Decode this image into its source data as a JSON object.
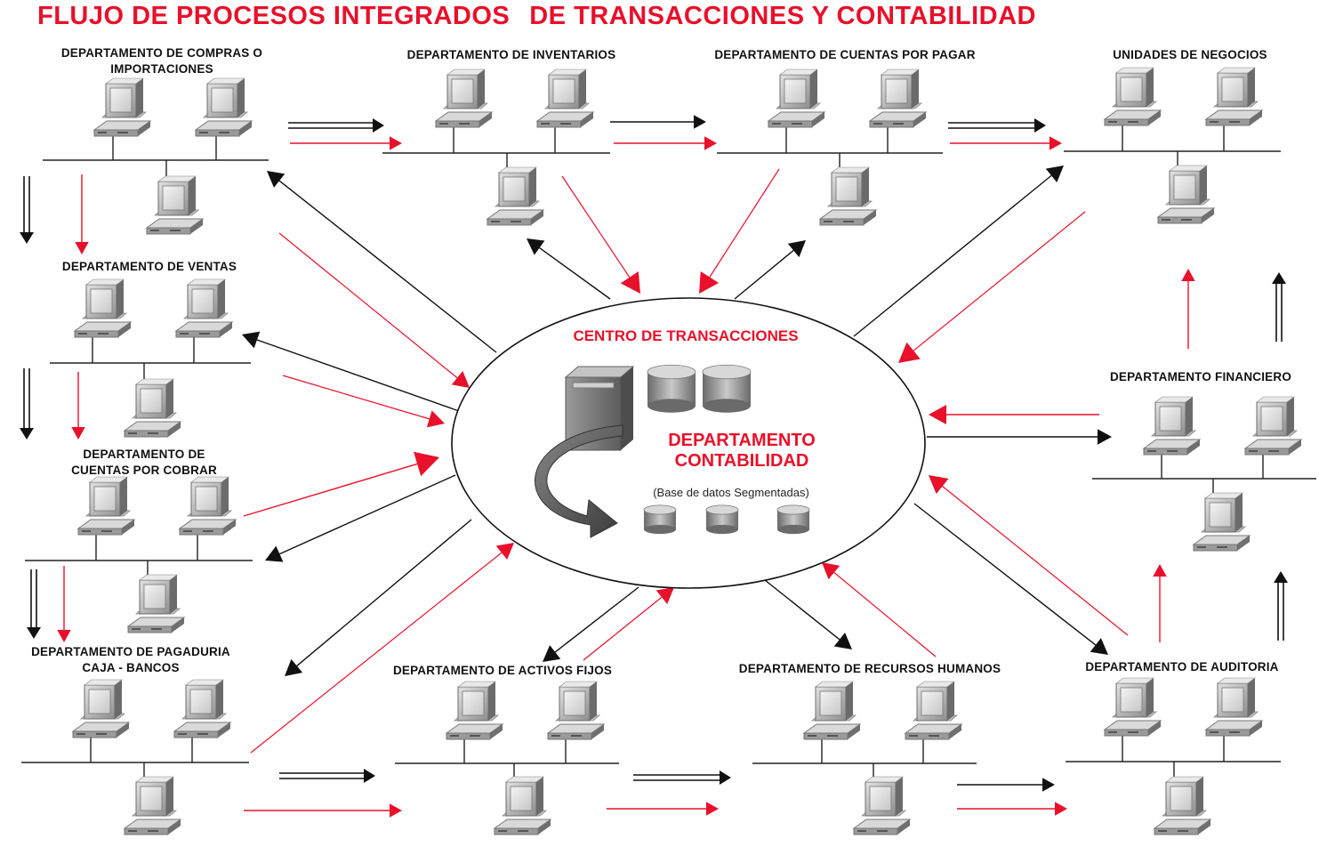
{
  "title": {
    "part1": "FLUJO DE PROCESOS INTEGRADOS",
    "part2": "DE TRANSACCIONES Y CONTABILIDAD"
  },
  "center": {
    "hub_label": "CENTRO DE TRANSACCIONES",
    "dept_line1": "DEPARTAMENTO",
    "dept_line2": "CONTABILIDAD",
    "subtitle": "(Base de datos Segmentadas)"
  },
  "departments": {
    "compras": {
      "line1": "DEPARTAMENTO DE COMPRAS O",
      "line2": "IMPORTACIONES"
    },
    "inventarios": {
      "line1": "DEPARTAMENTO DE INVENTARIOS"
    },
    "cuentas_pagar": {
      "line1": "DEPARTAMENTO  DE CUENTAS POR PAGAR"
    },
    "negocios": {
      "line1": "UNIDADES DE NEGOCIOS"
    },
    "ventas": {
      "line1": "DEPARTAMENTO DE VENTAS"
    },
    "cuentas_cobrar": {
      "line1": "DEPARTAMENTO DE",
      "line2": "CUENTAS POR COBRAR"
    },
    "financiero": {
      "line1": "DEPARTAMENTO   FINANCIERO"
    },
    "pagaduria": {
      "line1": "DEPARTAMENTO DE PAGADURIA",
      "line2": "CAJA - BANCOS"
    },
    "activos": {
      "line1": "DEPARTAMENTO DE ACTIVOS FIJOS"
    },
    "rrhh": {
      "line1": "DEPARTAMENTO DE RECURSOS HUMANOS"
    },
    "auditoria": {
      "line1": "DEPARTAMENTO DE AUDITORIA"
    }
  },
  "colors": {
    "accent_red": "#e8102a",
    "arrow_black": "#111111",
    "computer_gray": "#b9b9b9",
    "hub_outline": "#111111"
  },
  "icons": [
    "computer-icon",
    "server-icon",
    "database-icon",
    "cycle-arrow-icon",
    "arrow-icon"
  ]
}
